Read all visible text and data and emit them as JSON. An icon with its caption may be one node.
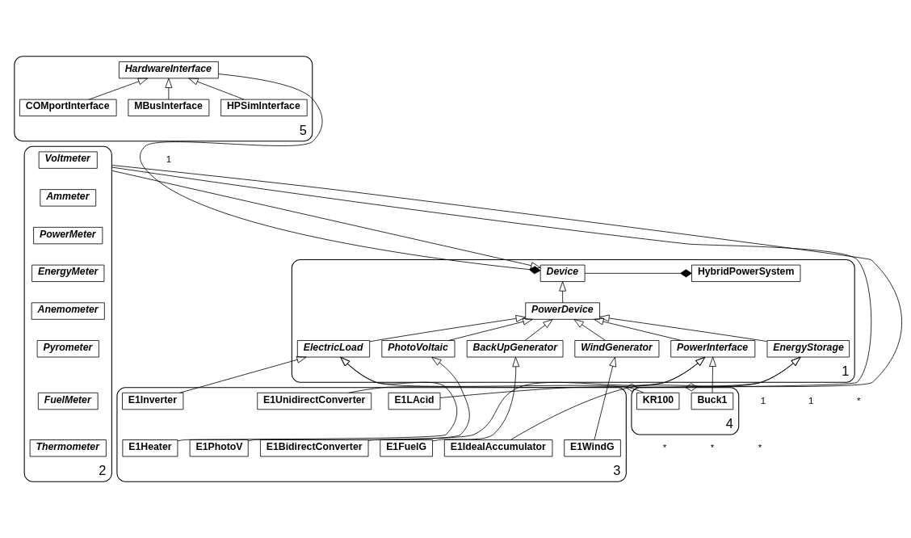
{
  "diagram": {
    "nodes": [
      {
        "text": [
          "5"
        ]
      },
      {
        "text": [
          "HardwareInterface"
        ],
        "in": 0
      },
      {
        "text": [
          "MBusInterface"
        ],
        "in": 0
      },
      {
        "text": [
          "HPSimInterface"
        ],
        "in": 0
      },
      {
        "text": [
          "COMportInterface"
        ],
        "in": 0
      },
      {
        "text": [
          "1"
        ]
      },
      {
        "text": [
          "HybridPowerSystem"
        ],
        "in": 5
      },
      {
        "text": [
          "Device"
        ],
        "in": 5
      },
      {
        "text": [
          "PowerDevice"
        ],
        "in": 5
      },
      {
        "text": [
          "EnergyStorage"
        ],
        "in": 5
      },
      {
        "text": [
          "ElectricLoad"
        ],
        "in": 5
      },
      {
        "text": [
          "PowerInterface"
        ],
        "in": 5
      },
      {
        "text": [
          "WindGenerator"
        ],
        "in": 5
      },
      {
        "text": [
          "PhotoVoltaic"
        ],
        "in": 5
      },
      {
        "text": [
          "BackUpGenerator"
        ],
        "in": 5
      },
      {
        "text": [
          "2"
        ]
      },
      {
        "text": [
          "Voltmeter"
        ],
        "in": 15
      },
      {
        "text": [
          "Ammeter"
        ],
        "in": 15
      },
      {
        "text": [
          "PowerMeter"
        ],
        "in": 15
      },
      {
        "text": [
          "EnergyMeter"
        ],
        "in": 15
      },
      {
        "text": [
          "Anemometer"
        ],
        "in": 15
      },
      {
        "text": [
          "Pyrometer"
        ],
        "in": 15
      },
      {
        "text": [
          "FuelMeter"
        ],
        "in": 15
      },
      {
        "text": [
          "Thermometer"
        ],
        "in": 15
      },
      {
        "text": [
          "3"
        ]
      },
      {
        "text": [
          "E1LAcid"
        ],
        "in": 24
      },
      {
        "text": [
          "E1WindG"
        ],
        "in": 24
      },
      {
        "text": [
          "E1Inverter"
        ],
        "in": 24
      },
      {
        "text": [
          "E1UnidirectConverter"
        ],
        "in": 24
      },
      {
        "text": [
          "E1IdealAccumulator"
        ],
        "in": 24
      },
      {
        "text": [
          "E1PhotoV"
        ],
        "in": 24
      },
      {
        "text": [
          "E1BidirectConverter"
        ],
        "in": 24
      },
      {
        "text": [
          "E1Heater"
        ],
        "in": 24
      },
      {
        "text": [
          "E1FuelG"
        ],
        "in": 24
      },
      {
        "text": [
          "4"
        ]
      },
      {
        "text": [
          "KR100"
        ],
        "in": 34
      },
      {
        "text": [
          "Buck1"
        ],
        "in": 34
      }
    ],
    "edges": [
      {
        "from": 6,
        "to": 7,
        "arrow": "other"
      },
      {
        "from": 7,
        "to": 1,
        "arrow": "other"
      },
      {
        "from": 8,
        "to": 7,
        "arrow": "to"
      },
      {
        "from": 15,
        "to": 7,
        "arrow": "to"
      },
      {
        "from": 2,
        "to": 1,
        "arrow": "to"
      },
      {
        "from": 3,
        "to": 1,
        "arrow": "to"
      },
      {
        "from": 4,
        "to": 1,
        "arrow": "to"
      },
      {
        "from": 9,
        "to": 8,
        "arrow": "to"
      },
      {
        "from": 12,
        "to": 8,
        "arrow": "to"
      },
      {
        "from": 13,
        "to": 8,
        "arrow": "to"
      },
      {
        "from": 10,
        "to": 8,
        "arrow": "to"
      },
      {
        "from": 14,
        "to": 8,
        "arrow": "to"
      },
      {
        "from": 11,
        "to": 8,
        "arrow": "to"
      },
      {
        "from": 25,
        "to": 9,
        "arrow": "to"
      },
      {
        "from": 29,
        "to": 9,
        "arrow": "to"
      },
      {
        "from": 26,
        "to": 12,
        "arrow": "to"
      },
      {
        "from": 30,
        "to": 13,
        "arrow": "to"
      },
      {
        "from": 32,
        "to": 10,
        "arrow": "to"
      },
      {
        "from": 27,
        "to": 10,
        "arrow": "to"
      },
      {
        "from": 35,
        "to": 10,
        "arrow": "to"
      },
      {
        "from": 33,
        "to": 14,
        "arrow": "to"
      },
      {
        "from": 28,
        "to": 11,
        "arrow": "to"
      },
      {
        "from": 31,
        "to": 11,
        "arrow": "to"
      },
      {
        "from": 36,
        "to": 11,
        "arrow": "to"
      },
      {
        "from": 24,
        "to": 15,
        "arrow": "other"
      },
      {
        "from": 34,
        "to": 15,
        "arrow": "other"
      }
    ],
    "labels": [
      "1",
      "1",
      "*",
      "1",
      "*",
      "*",
      "*"
    ]
  }
}
